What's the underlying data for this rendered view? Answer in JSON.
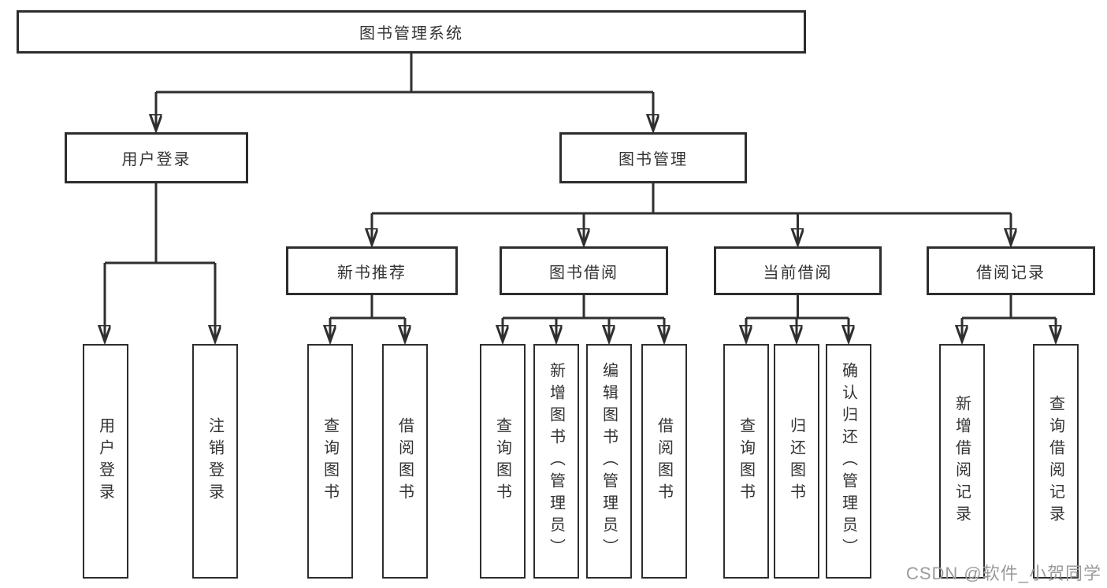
{
  "diagram": {
    "root": {
      "label": "图书管理系统"
    },
    "level2": [
      {
        "label": "用户登录"
      },
      {
        "label": "图书管理"
      }
    ],
    "level3": [
      {
        "label": "新书推荐"
      },
      {
        "label": "图书借阅"
      },
      {
        "label": "当前借阅"
      },
      {
        "label": "借阅记录"
      }
    ],
    "leaves": {
      "user_login": [
        "用户登录",
        "注销登录"
      ],
      "new_book": [
        "查询图书",
        "借阅图书"
      ],
      "book_borrow": [
        "查询图书",
        "新增图书（管理员）",
        "编辑图书（管理员）",
        "借阅图书"
      ],
      "current_borrow": [
        "查询图书",
        "归还图书",
        "确认归还（管理员）"
      ],
      "borrow_record": [
        "新增借阅记录",
        "查询借阅记录"
      ]
    }
  },
  "watermark": {
    "text": "CSDN @软件_小贺同学"
  },
  "colors": {
    "line": "#2f2f2f",
    "box_border": "#2d2d2d",
    "box_fill": "#ffffff",
    "text": "#333333",
    "watermark": "#9b9b9b"
  }
}
